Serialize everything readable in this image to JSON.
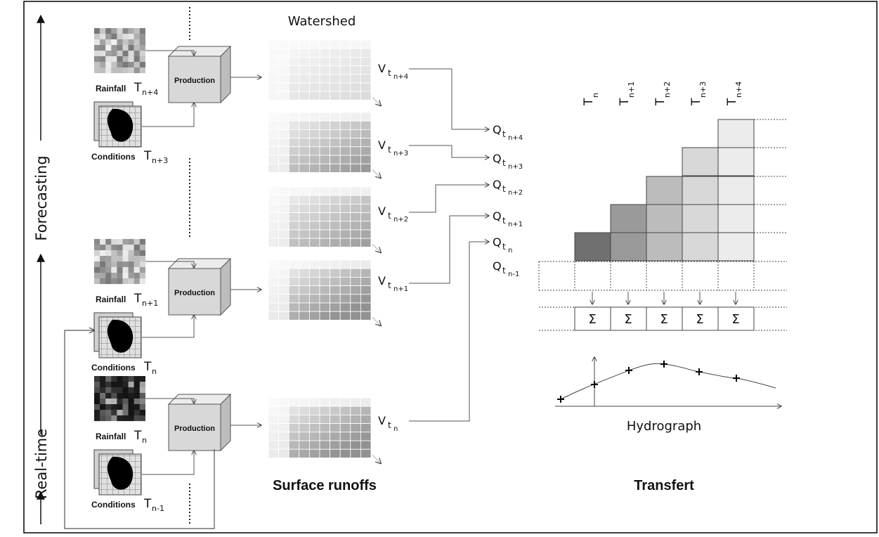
{
  "axis": {
    "forecasting": "Forecasting",
    "realtime": "Real-time"
  },
  "production_label": "Production",
  "inputs": [
    {
      "rain_prefix": "Rainfall T",
      "rain_sub": "n+4",
      "cond_prefix": "Conditions T",
      "cond_sub": "n+3"
    },
    {
      "rain_prefix": "Rainfall T",
      "rain_sub": "n+1",
      "cond_prefix": "Conditions T",
      "cond_sub": "n"
    },
    {
      "rain_prefix": "Rainfall T",
      "rain_sub": "n",
      "cond_prefix": "Conditions T",
      "cond_sub": "n-1"
    }
  ],
  "watershed_title": "Watershed",
  "volumes": [
    {
      "main": "V",
      "sub1": "t",
      "sub2": "n+4"
    },
    {
      "main": "V",
      "sub1": "t",
      "sub2": "n+3"
    },
    {
      "main": "V",
      "sub1": "t",
      "sub2": "n+2"
    },
    {
      "main": "V",
      "sub1": "t",
      "sub2": "n+1"
    },
    {
      "main": "V",
      "sub1": "t",
      "sub2": "n"
    }
  ],
  "discharges": [
    {
      "main": "Q",
      "sub1": "t",
      "sub2": "n+4"
    },
    {
      "main": "Q",
      "sub1": "t",
      "sub2": "n+3"
    },
    {
      "main": "Q",
      "sub1": "t",
      "sub2": "n+2"
    },
    {
      "main": "Q",
      "sub1": "t",
      "sub2": "n+1"
    },
    {
      "main": "Q",
      "sub1": "t",
      "sub2": "n"
    },
    {
      "main": "Q",
      "sub1": "t",
      "sub2": "n-1"
    }
  ],
  "time_headers": [
    {
      "main": "T",
      "sub": "n"
    },
    {
      "main": "T",
      "sub": "n+1"
    },
    {
      "main": "T",
      "sub": "n+2"
    },
    {
      "main": "T",
      "sub": "n+3"
    },
    {
      "main": "T",
      "sub": "n+4"
    }
  ],
  "sigma": "Σ",
  "hydrograph_label": "Hydrograph",
  "surface_runoffs_label": "Surface runoffs",
  "transfert_label": "Transfert",
  "colors": {
    "line": "#555555",
    "box_fill": "#d8d8d8",
    "grid_line": "#bbbbbb",
    "dark_cell": "#6e6e6e"
  }
}
